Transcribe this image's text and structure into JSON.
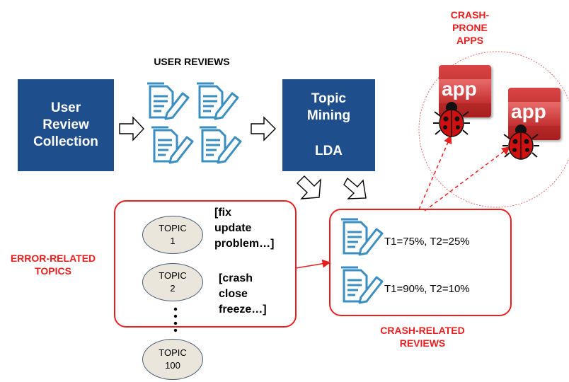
{
  "collection_box": {
    "lines": [
      "User",
      "Review",
      "Collection"
    ]
  },
  "user_reviews_label": "USER REVIEWS",
  "mining_box": {
    "line1": "Topic",
    "line2": "Mining",
    "line3": "LDA"
  },
  "crash_prone_label": {
    "line1": "CRASH-PRONE",
    "line2": "APPS"
  },
  "app_icon_text": "app",
  "error_topics_label": {
    "line1": "ERROR-RELATED",
    "line2": "TOPICS"
  },
  "topics": [
    {
      "word": "TOPIC",
      "num": "1",
      "terms": [
        "[fix",
        "update",
        "problem…]"
      ]
    },
    {
      "word": "TOPIC",
      "num": "2",
      "terms": [
        "[crash",
        "close",
        "freeze…]"
      ]
    },
    {
      "word": "TOPIC",
      "num": "100"
    }
  ],
  "crash_reviews": [
    "T1=75%, T2=25%",
    "T1=90%, T2=10%"
  ],
  "crash_reviews_label": {
    "line1": "CRASH-RELATED",
    "line2": "REVIEWS"
  },
  "colors": {
    "navy": "#1f4e8c",
    "red": "#e81f1f",
    "doc_blue": "#3a8fc0"
  }
}
